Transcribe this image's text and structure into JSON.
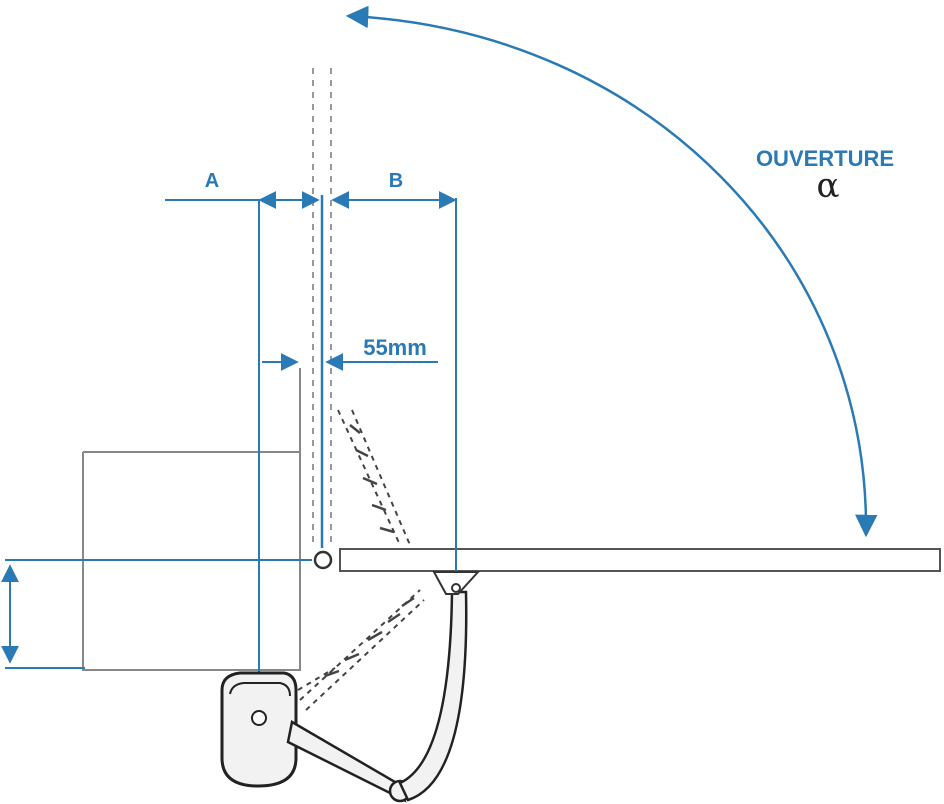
{
  "labels": {
    "a": "A",
    "b": "B",
    "offset": "55mm",
    "opening": "OUVERTURE",
    "angle_symbol": "α"
  },
  "colors": {
    "dimension": "#2a7ab5",
    "structure": "#333333",
    "pillar": "#888888",
    "background": "#ffffff"
  }
}
